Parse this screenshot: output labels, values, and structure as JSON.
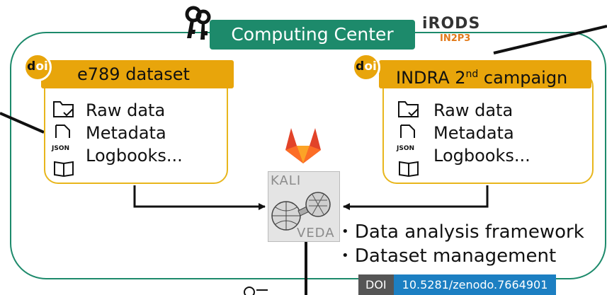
{
  "computing_center": {
    "title": "Computing Center",
    "irods_logo": "iRODS",
    "in2p3_logo": "IN2P3"
  },
  "datasets": [
    {
      "doi_badge": "doi",
      "title": "e789 dataset",
      "items": [
        "Raw data",
        "Metadata",
        "Logbooks..."
      ],
      "json_icon_label": "JSON"
    },
    {
      "doi_badge": "doi",
      "title_main": "INDRA 2",
      "title_sup": "nd",
      "title_rest": " campaign",
      "items": [
        "Raw data",
        "Metadata",
        "Logbooks..."
      ],
      "json_icon_label": "JSON"
    }
  ],
  "kaliveda": {
    "logo_top": "KALI",
    "logo_bottom": "VEDA"
  },
  "features": [
    "Data analysis framework",
    "Dataset management"
  ],
  "zenodo_doi": {
    "label": "DOI",
    "value": "10.5281/zenodo.7664901"
  },
  "colors": {
    "cc_green": "#1d8a6b",
    "doi_orange": "#e8a50b",
    "card_border": "#e8b61c",
    "zenodo_blue": "#1c7fc2"
  }
}
